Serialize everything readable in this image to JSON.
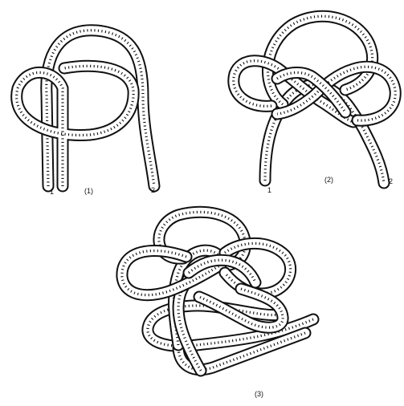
{
  "panels": [
    {
      "id": "step-1",
      "label": "(1)",
      "end_a": "1",
      "end_b": "2"
    },
    {
      "id": "step-2",
      "label": "(2)",
      "end_a": "1",
      "end_b": "2"
    },
    {
      "id": "step-3",
      "label": "(3)"
    }
  ],
  "colors": {
    "ink": "#111111",
    "paper": "#ffffff"
  }
}
